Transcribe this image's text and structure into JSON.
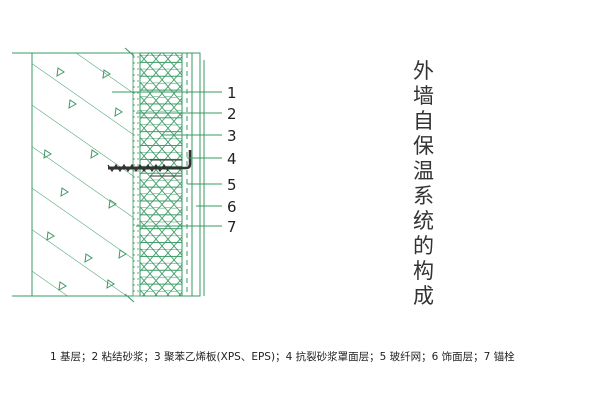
{
  "title_chars": [
    "外",
    "墙",
    "自",
    "保",
    "温",
    "系",
    "统",
    "的",
    "构",
    "成"
  ],
  "labels": [
    "1",
    "2",
    "3",
    "4",
    "5",
    "6",
    "7"
  ],
  "caption": "1 基层；2 粘结砂浆；3 聚苯乙烯板(XPS、EPS)；4 抗裂砂浆罩面层；5 玻纤网；6 饰面层；7 锚栓",
  "colors": {
    "line": "#3a9a64",
    "text": "#222222",
    "anchor": "#333333"
  },
  "icons": {
    "anchor": "anchor-bolt-icon"
  }
}
